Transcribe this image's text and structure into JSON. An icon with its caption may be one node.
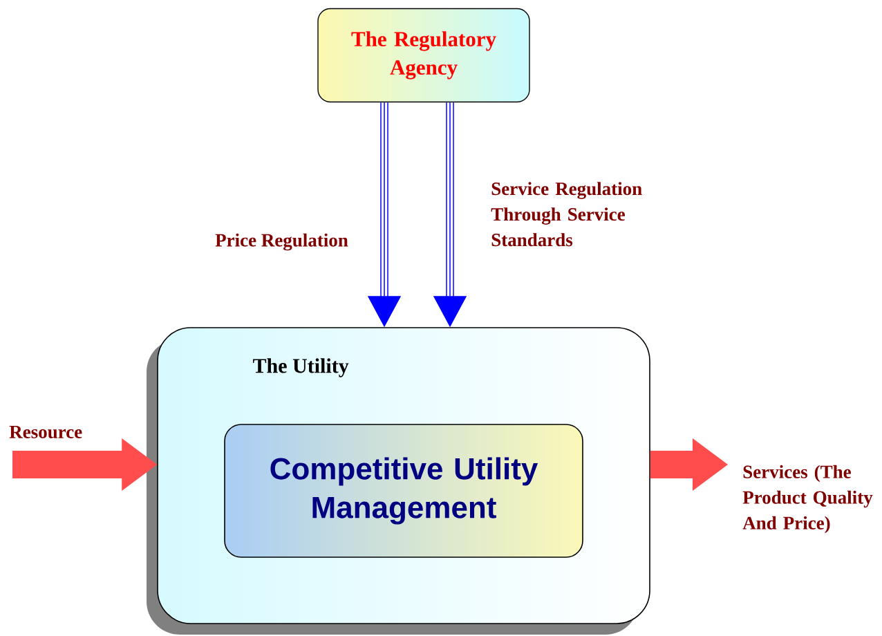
{
  "diagram": {
    "nodes": [
      {
        "text": [
          "The Regulatory Agency"
        ]
      },
      {
        "text": [
          "The Utility"
        ]
      },
      {
        "text": [
          "Competitive Utility Management"
        ],
        "in": 1
      },
      {
        "text": [
          "Services (The Product Quality And Price)"
        ]
      }
    ],
    "edges": [
      {
        "from": 0,
        "to": 1,
        "arrow": "to",
        "label": "Price Regulation",
        "color": "#0000ff"
      },
      {
        "from": 0,
        "to": 1,
        "arrow": "to",
        "label": "Service Regulation Through Service Standards",
        "color": "#0000ff"
      },
      {
        "from": null,
        "to": 1,
        "arrow": "to",
        "label": "Resource",
        "style": "thick",
        "color": "#ff0000"
      },
      {
        "from": 1,
        "to": 3,
        "arrow": "to",
        "style": "thick",
        "color": "#ff0000"
      }
    ]
  }
}
